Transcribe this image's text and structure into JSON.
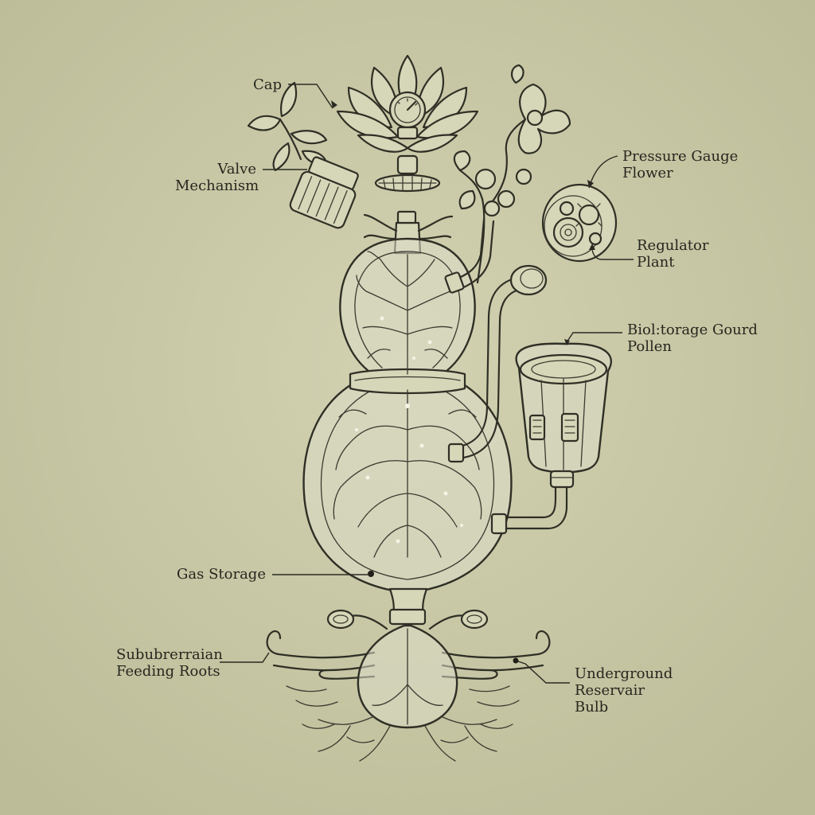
{
  "labels": {
    "cap": "Cap",
    "valve_mechanism": "Valve\nMechanism",
    "pressure_gauge_flower": "Pressure Gauge\nFlower",
    "regulator_plant": "Regulator\nPlant",
    "biostorage_gourd_pollen": "Biol:torage Gourd\nPollen",
    "gas_storage": "Gas Storage",
    "subterranean_feeding_roots": "Sububrerraian\nFeeding Roots",
    "underground_reservoir_bulb": "Underground\nReservair\nBulb"
  },
  "colors": {
    "paper": "#c9c9a6",
    "ink": "#2f2f26"
  }
}
